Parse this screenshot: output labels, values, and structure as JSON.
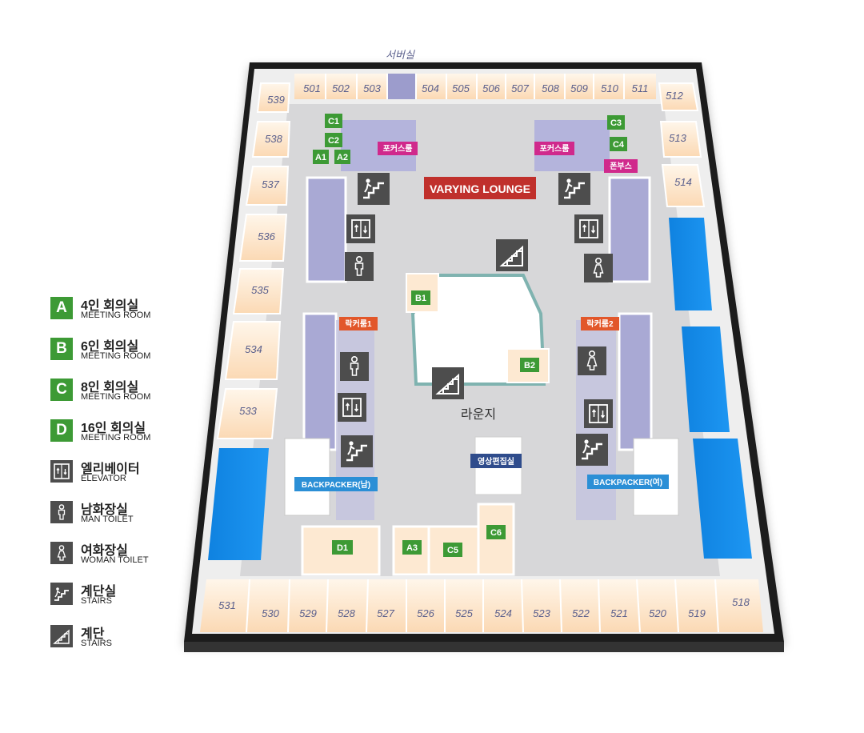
{
  "legend": [
    {
      "badge": "A",
      "ko": "4인 회의실",
      "en": "MEETING ROOM",
      "kind": "letter"
    },
    {
      "badge": "B",
      "ko": "6인 회의실",
      "en": "MEETING ROOM",
      "kind": "letter"
    },
    {
      "badge": "C",
      "ko": "8인 회의실",
      "en": "MEETING ROOM",
      "kind": "letter"
    },
    {
      "badge": "D",
      "ko": "16인 회의실",
      "en": "MEETING ROOM",
      "kind": "letter"
    },
    {
      "badge": "",
      "ko": "엘리베이터",
      "en": "ELEVATOR",
      "kind": "elevator-icon"
    },
    {
      "badge": "",
      "ko": "남화장실",
      "en": "MAN TOILET",
      "kind": "man-toilet-icon"
    },
    {
      "badge": "",
      "ko": "여화장실",
      "en": "WOMAN TOILET",
      "kind": "woman-toilet-icon"
    },
    {
      "badge": "",
      "ko": "계단실",
      "en": "STAIRS",
      "kind": "stairwell-icon"
    },
    {
      "badge": "",
      "ko": "계단",
      "en": "STAIRS",
      "kind": "stairs-icon"
    }
  ],
  "map": {
    "server_room": "서버실",
    "top_rooms": [
      "501",
      "502",
      "503",
      "504",
      "505",
      "506",
      "507",
      "508",
      "509",
      "510",
      "511"
    ],
    "left_rooms": [
      "539",
      "538",
      "537",
      "536",
      "535",
      "534",
      "533"
    ],
    "right_rooms": [
      "512",
      "513",
      "514"
    ],
    "bottom_rooms": [
      "531",
      "530",
      "529",
      "528",
      "527",
      "526",
      "525",
      "524",
      "523",
      "522",
      "521",
      "520",
      "519",
      "518"
    ],
    "meeting_rooms": [
      "C1",
      "C2",
      "A1",
      "A2",
      "C3",
      "C4",
      "B1",
      "B2",
      "A3",
      "C5",
      "C6",
      "D1"
    ],
    "focus_room_left": "포커스룸",
    "focus_room_right": "포커스룸",
    "phone_booth": "폰부스",
    "locker_room_1": "락커룸1",
    "locker_room_2": "락커룸2",
    "lounge_banner": "VARYING LOUNGE",
    "lounge_label": "라운지",
    "video_room": "영상편집실",
    "backpacker_left": "BACKPACKER(남)",
    "backpacker_right": "BACKPACKER(여)",
    "colors": {
      "meeting": "#3d9a35",
      "focus": "#d0298c",
      "locker": "#e2572a",
      "backpacker": "#2b8fd6",
      "banner": "#c0302c",
      "video": "#2f4c8c",
      "window": "#1188e6",
      "room": "#fde4c8",
      "service": "#9c9ccc"
    }
  }
}
